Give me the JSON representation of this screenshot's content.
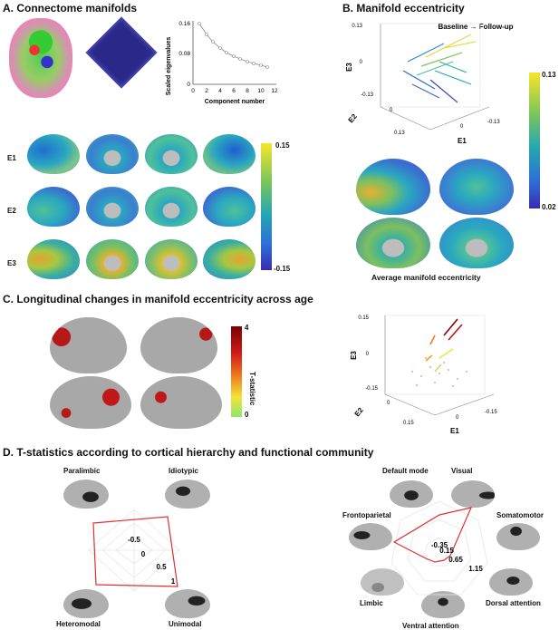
{
  "panel_a": {
    "title": "A. Connectome manifolds",
    "scree": {
      "ylabel": "Scaled eigenvalues",
      "xlabel": "Component number",
      "yticks": [
        "0.16",
        "0.08",
        "0"
      ],
      "xticks": [
        "0",
        "2",
        "4",
        "6",
        "8",
        "10",
        "12"
      ]
    },
    "rows": [
      "E1",
      "E2",
      "E3"
    ],
    "colorbar": {
      "max": "0.15",
      "min": "-0.15"
    }
  },
  "panel_b": {
    "title": "B. Manifold eccentricity",
    "plot_title": "Baseline → Follow-up",
    "axis": {
      "e3": "E3",
      "e2": "E2",
      "e1": "E1"
    },
    "ticks": {
      "e3_top": "0.13",
      "e3_zero": "0",
      "e3_bottom": "-0.13",
      "e2_a": "0",
      "e2_b": "0.13",
      "e1_left": "0.13",
      "e1_zero": "0",
      "e1_right": "-0.13"
    },
    "colorbar": {
      "max": "0.13",
      "min": "0.02"
    },
    "caption": "Average manifold eccentricity"
  },
  "panel_c": {
    "title": "C. Longitudinal changes in manifold eccentricity across age",
    "colorbar": {
      "label": "T-statistic",
      "max": "4",
      "min": "0"
    },
    "axis": {
      "e3": "E3",
      "e2": "E2",
      "e1": "E1"
    },
    "ticks": {
      "e3_top": "0.15",
      "e3_zero": "0",
      "e3_bottom": "-0.15",
      "e2_a": "0",
      "e1_left": "0.15",
      "e1_zero": "0",
      "e1_right": "-0.15"
    }
  },
  "panel_d": {
    "title": "D. T-statistics according to cortical hierarchy and functional community",
    "hierarchy": {
      "labels": [
        "Paralimbic",
        "Idiotypic",
        "Heteromodal",
        "Unimodal"
      ],
      "rings": [
        "-0.5",
        "0",
        "0.5",
        "1"
      ]
    },
    "community": {
      "labels": [
        "Default mode",
        "Visual",
        "Frontoparietal",
        "Somatomotor",
        "Limbic",
        "Dorsal attention",
        "Ventral attention"
      ],
      "rings": [
        "-0.35",
        "0.15",
        "0.65",
        "1.15"
      ]
    }
  }
}
